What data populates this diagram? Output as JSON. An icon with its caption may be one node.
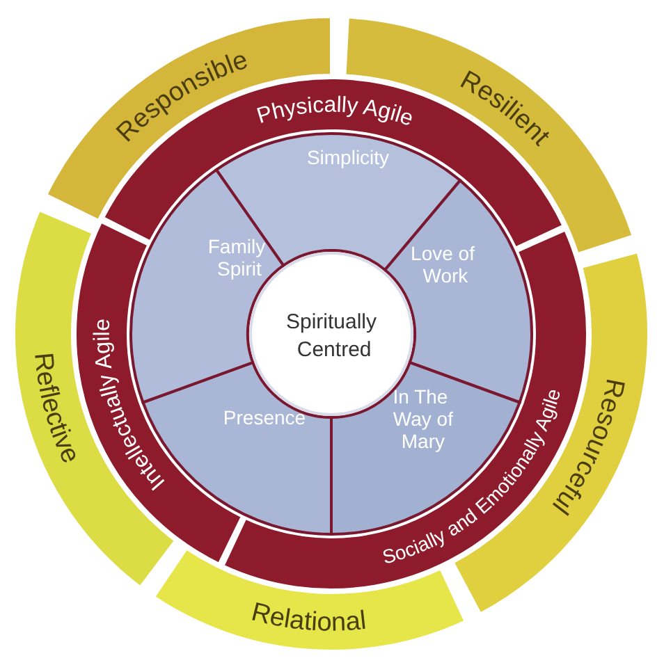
{
  "diagram": {
    "nodes": [
      {
        "text": [
          "Resilient"
        ]
      },
      {
        "text": [
          "Resourceful"
        ]
      },
      {
        "text": [
          "Relational"
        ]
      },
      {
        "text": [
          "Reflective"
        ]
      },
      {
        "text": [
          "Responsible"
        ]
      },
      {
        "text": [
          "Physically Agile"
        ]
      },
      {
        "text": [
          "Socially and Emotionally Agile"
        ]
      },
      {
        "text": [
          "Intellectually Agile"
        ]
      },
      {
        "text": [
          "Simplicity"
        ]
      },
      {
        "text": [
          "Love of Work"
        ]
      },
      {
        "text": [
          "In The Way of Mary"
        ]
      },
      {
        "text": [
          "Presence"
        ]
      },
      {
        "text": [
          "Family Spirit"
        ]
      },
      {
        "text": [
          "Spiritually Centred"
        ]
      }
    ]
  }
}
